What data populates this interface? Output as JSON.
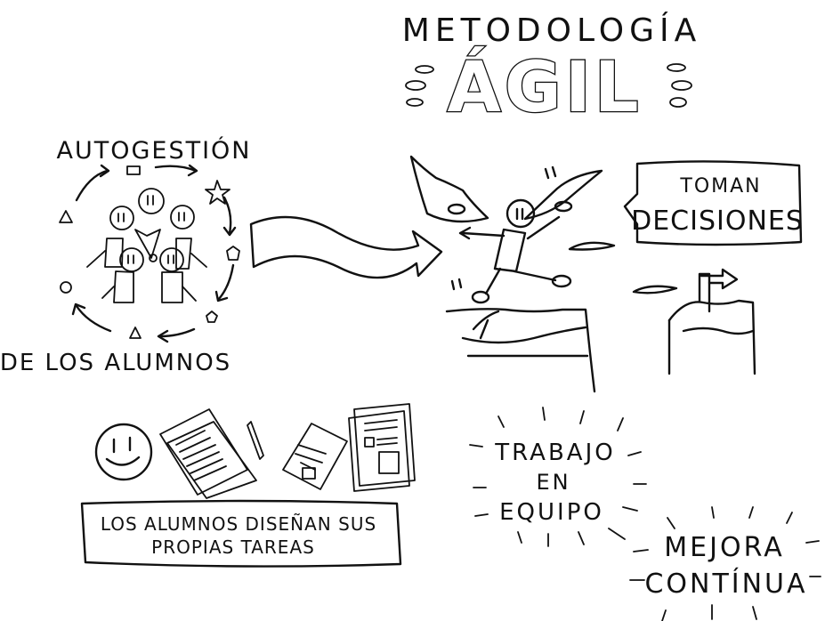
{
  "header": {
    "subtitle": "METODOLOGÍA",
    "title": "ÁGIL"
  },
  "self_management": {
    "label_top": "AUTOGESTIÓN",
    "label_bottom": "DE LOS ALUMNOS"
  },
  "decisions": {
    "line1": "TOMAN",
    "line2": "DECISIONES"
  },
  "tasks": {
    "line1": "LOS ALUMNOS DISEÑAN SUS",
    "line2": "PROPIAS TAREAS"
  },
  "teamwork": {
    "line1": "TRABAJO",
    "line2": "EN",
    "line3": "EQUIPO"
  },
  "improvement": {
    "line1": "MEJORA",
    "line2": "CONTÍNUA"
  }
}
